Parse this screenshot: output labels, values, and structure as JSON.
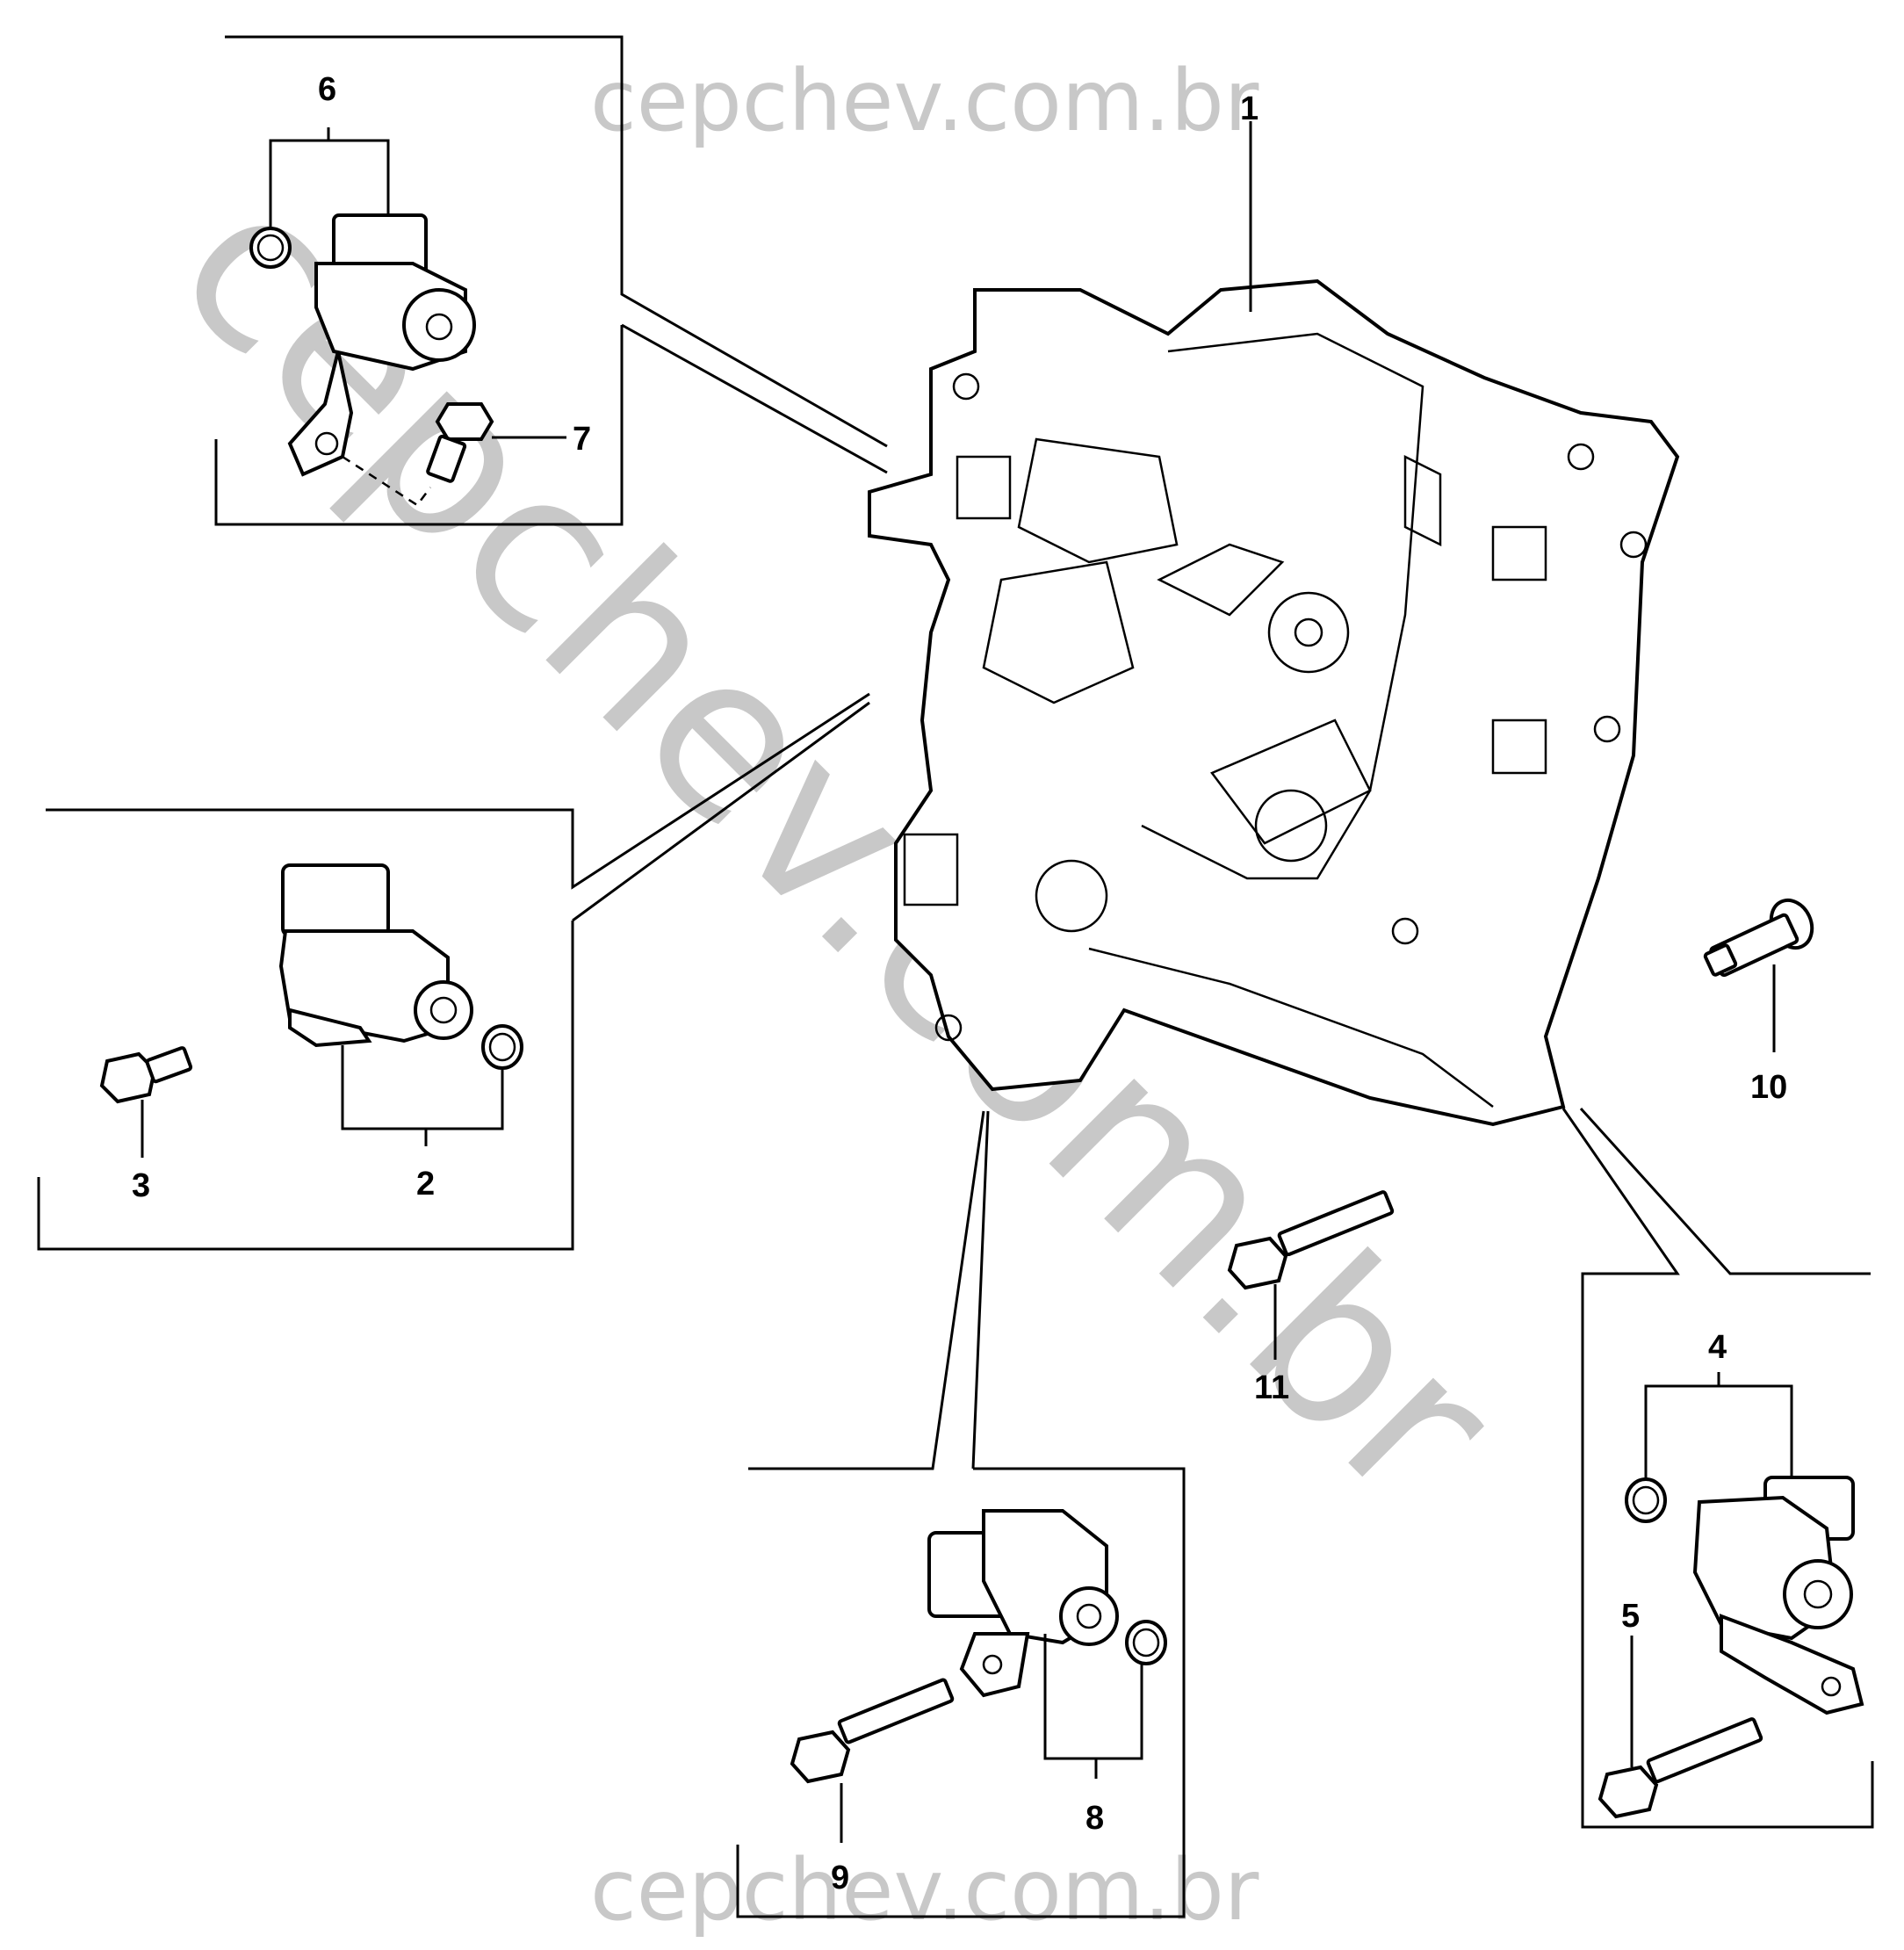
{
  "watermark": {
    "top": "cepchev.com.br",
    "bottom": "cepchev.com.br",
    "diagonal": "cepchev.com.br"
  },
  "callouts": {
    "c1": "1",
    "c2": "2",
    "c3": "3",
    "c4": "4",
    "c5": "5",
    "c6": "6",
    "c7": "7",
    "c8": "8",
    "c9": "9",
    "c10": "10",
    "c11": "11"
  },
  "icons": {
    "main": "valve-body-icon",
    "solenoid": "solenoid-icon",
    "bolt": "bolt-icon",
    "oring": "o-ring-icon"
  }
}
